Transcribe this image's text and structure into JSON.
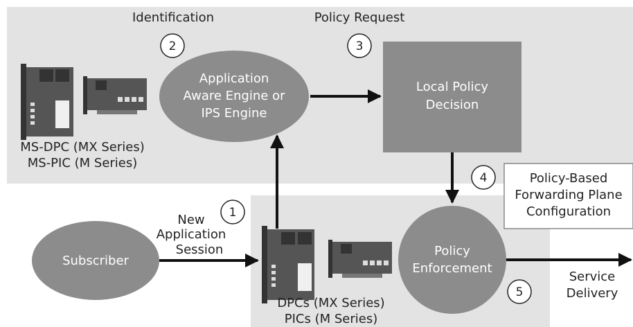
{
  "top_region": {
    "identification_label": "Identification",
    "policy_request_label": "Policy Request",
    "engine": {
      "line1": "Application",
      "line2": "Aware Engine or",
      "line3": "IPS Engine"
    },
    "local_policy": {
      "line1": "Local Policy",
      "line2": "Decision"
    },
    "ms_label": {
      "line1": "MS-DPC (MX Series)",
      "line2": "MS-PIC (M Series)"
    }
  },
  "bottom_region": {
    "subscriber": "Subscriber",
    "new_session": {
      "line1": "New",
      "line2": "Application",
      "line3": "Session"
    },
    "dpc_label": {
      "line1": "DPCs (MX Series)",
      "line2": "PICs (M Series)"
    },
    "enforcement": {
      "line1": "Policy",
      "line2": "Enforcement"
    },
    "service_delivery": {
      "line1": "Service",
      "line2": "Delivery"
    }
  },
  "config_box": {
    "line1": "Policy-Based",
    "line2": "Forwarding Plane",
    "line3": "Configuration"
  },
  "steps": [
    "1",
    "2",
    "3",
    "4",
    "5"
  ],
  "colors": {
    "region": "#e3e3e3",
    "node": "#8c8c8c",
    "line": "#111111"
  }
}
